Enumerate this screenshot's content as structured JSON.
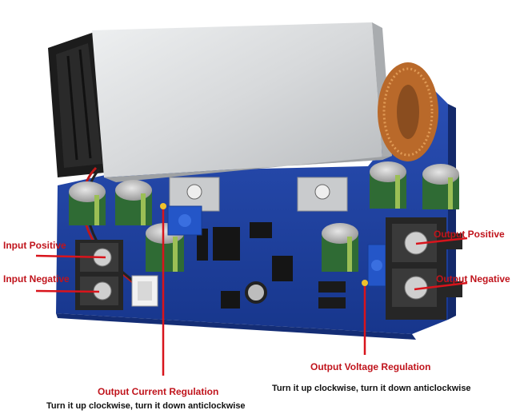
{
  "labels": {
    "input_positive": "Input Positive",
    "input_negative": "Input Negative",
    "output_positive": "Output Positive",
    "output_negative": "Output Negative",
    "output_voltage_regulation": "Output Voltage Regulation",
    "output_voltage_instruction": "Turn it up clockwise, turn it down anticlockwise",
    "output_current_regulation": "Output Current Regulation",
    "output_current_instruction": "Turn it up clockwise, turn it down anticlockwise"
  },
  "colors": {
    "annotation": "#c0141c",
    "annotation_line": "#d8141c",
    "instruction_text": "#111111",
    "pcb": "#1f3f9e",
    "heatsink": "#d9dbdd",
    "fan": "#1c1c1c",
    "terminal": "#2a2a2a",
    "copper_coil": "#c7772f",
    "capacitor": "#2f6b34",
    "potentiometer": "#2456c8"
  },
  "icons": {
    "photo": "dc-dc-buck-converter-board"
  }
}
